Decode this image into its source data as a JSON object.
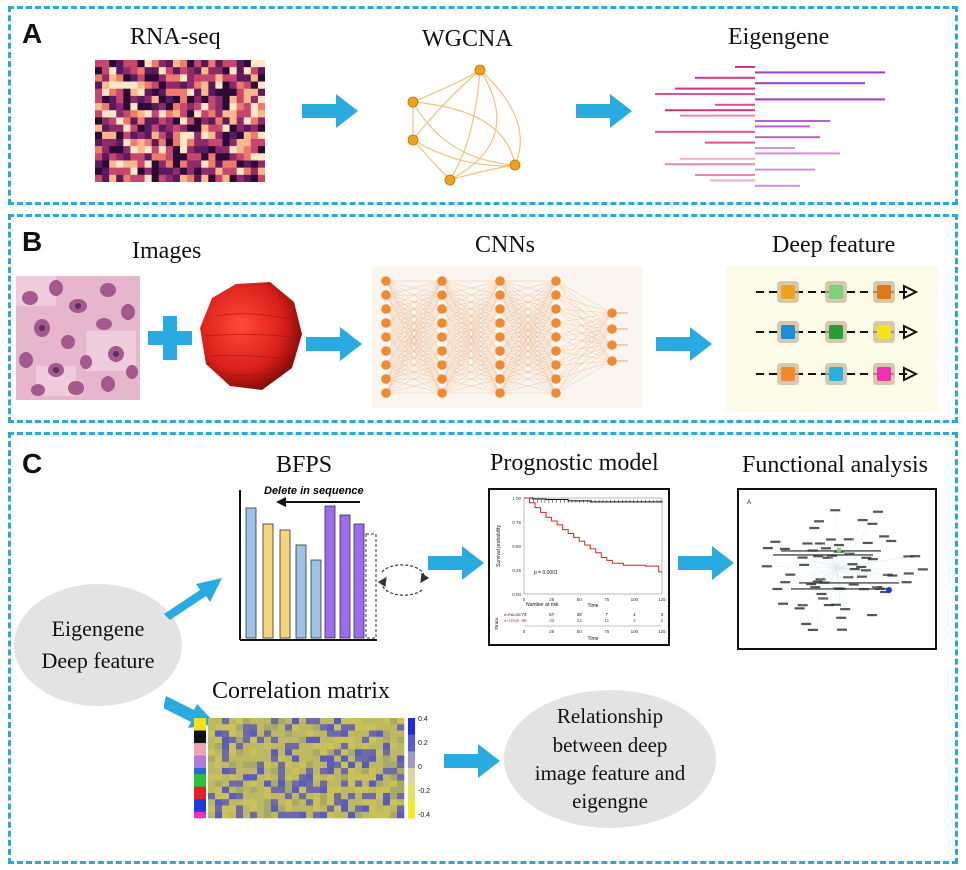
{
  "panel_a": {
    "letter": "A",
    "rnaseq": "RNA-seq",
    "wgcna": "WGCNA",
    "eigengene": "Eigengene"
  },
  "panel_b": {
    "letter": "B",
    "images": "Images",
    "cnns": "CNNs",
    "deep_feature": "Deep feature"
  },
  "panel_c": {
    "letter": "C",
    "bfps": "BFPS",
    "delete_in_sequence": "Delete in sequence",
    "prognostic_model": "Prognostic model",
    "functional_analysis": "Functional analysis",
    "eigengene": "Eigengene",
    "deep_feature": "Deep feature",
    "correlation_matrix": "Correlation matrix",
    "colorbar_ticks": [
      "0.4",
      "0.2",
      "0",
      "-0.2",
      "-0.4"
    ],
    "relationship_lines": [
      "Relationship",
      "between deep",
      "image feature and",
      "eigengne"
    ],
    "km": {
      "ylabel": "Survival probability",
      "xlabel": "Time",
      "pvalue": "p = 0.0001",
      "yticks": [
        "1.00",
        "0.75",
        "0.50",
        "0.25",
        "0.00"
      ],
      "xticks": [
        "0",
        "25",
        "50",
        "75",
        "100",
        "125"
      ],
      "risk_title": "Number at risk",
      "strata": "Strata",
      "risk_rows": [
        {
          "name": "ri=FALSE",
          "values": [
            "73",
            "57",
            "39",
            "7",
            "4",
            "3"
          ]
        },
        {
          "name": "ri=TRUE",
          "values": [
            "66",
            "33",
            "22",
            "11",
            "3",
            "2"
          ]
        }
      ]
    },
    "network_corner": "A"
  },
  "colors": {
    "dash": "#2aa7e0",
    "arrow": "#29abe2",
    "heat_dark": "#2b0a35",
    "eigengene_pink": "#d8337f",
    "eigengene_purple": "#a23cc4",
    "bar_blue": "#9ec3e6",
    "bar_yellow": "#f6d57a",
    "bar_purple": "#9b6bf0",
    "km_black": "#111111",
    "km_red": "#e02020",
    "corr_yellow": "#c9c25a",
    "corr_blue": "#3b3fc6"
  }
}
